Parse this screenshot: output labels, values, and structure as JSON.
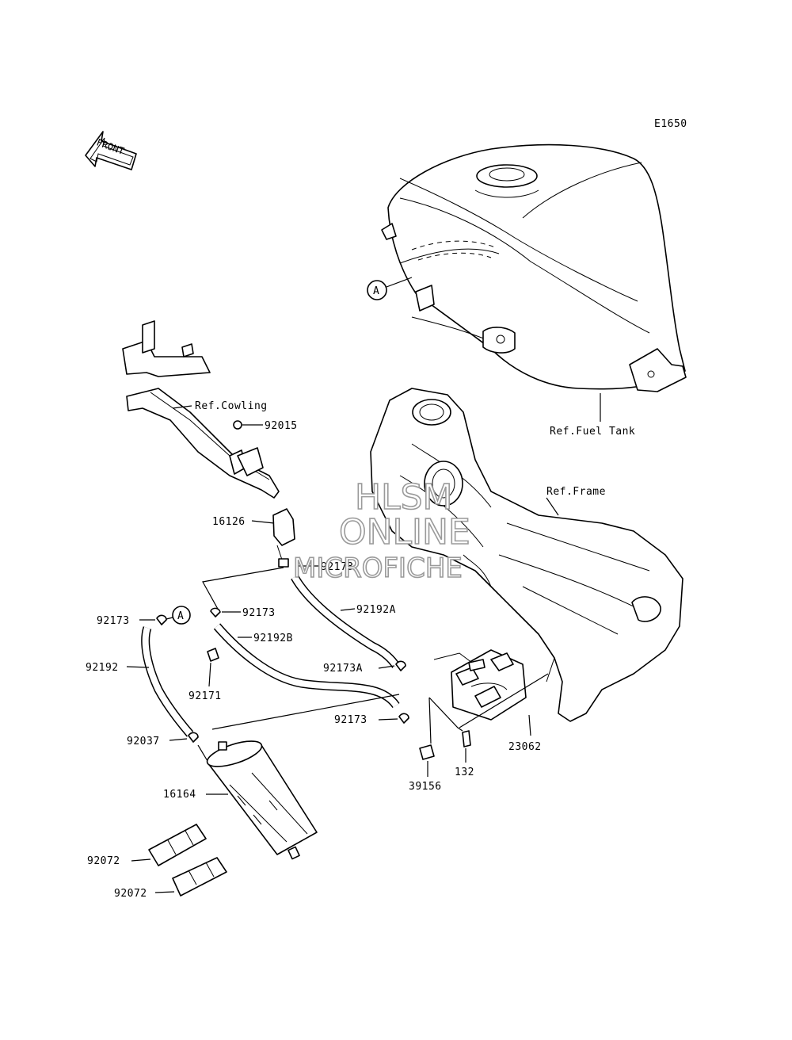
{
  "diagram_code": "E1650",
  "front_label": "FRONT",
  "callout_a": "A",
  "refs": {
    "cowling": "Ref.Cowling",
    "fuel_tank": "Ref.Fuel Tank",
    "frame": "Ref.Frame"
  },
  "watermark": [
    "HLSM",
    "ONLINE",
    "MICROFICHE"
  ],
  "parts": {
    "p92015": "92015",
    "p16126": "16126",
    "p92173_top": "92173",
    "p92173_mid": "92173",
    "p92173_left": "92173",
    "p92192A": "92192A",
    "p92192B": "92192B",
    "p92192": "92192",
    "p92171": "92171",
    "p92173A": "92173A",
    "p92173_low": "92173",
    "p92037": "92037",
    "p16164": "16164",
    "p23062": "23062",
    "p39156": "39156",
    "p132": "132",
    "p92072_a": "92072",
    "p92072_b": "92072"
  }
}
